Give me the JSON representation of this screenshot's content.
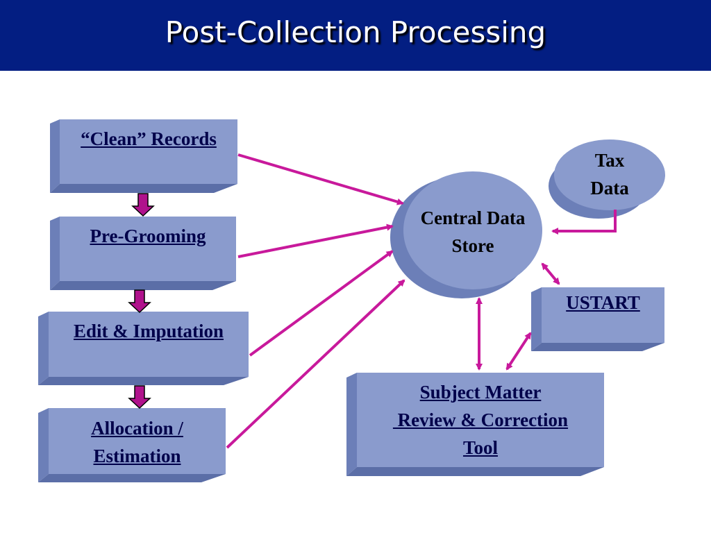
{
  "title": "Post-Collection Processing",
  "nodes": {
    "clean_records": {
      "lines": [
        "“Clean” Records"
      ]
    },
    "pre_grooming": {
      "lines": [
        "Pre-Grooming"
      ]
    },
    "edit_imputation": {
      "lines": [
        "Edit & Imputation"
      ]
    },
    "allocation": {
      "lines": [
        "Allocation /",
        "Estimation"
      ]
    },
    "central_store": {
      "lines": [
        "Central Data",
        "Store"
      ]
    },
    "tax_data": {
      "lines": [
        "Tax",
        "Data"
      ]
    },
    "ustart": {
      "lines": [
        "USTART"
      ]
    },
    "smr_tool": {
      "lines": [
        "Subject Matter",
        " Review & Correction",
        "Tool"
      ]
    }
  },
  "colors": {
    "title_bar": "#031e82",
    "box_face": "#8a9bcd",
    "arrow": "#c8199b",
    "down_arrow": "#b0128c"
  }
}
